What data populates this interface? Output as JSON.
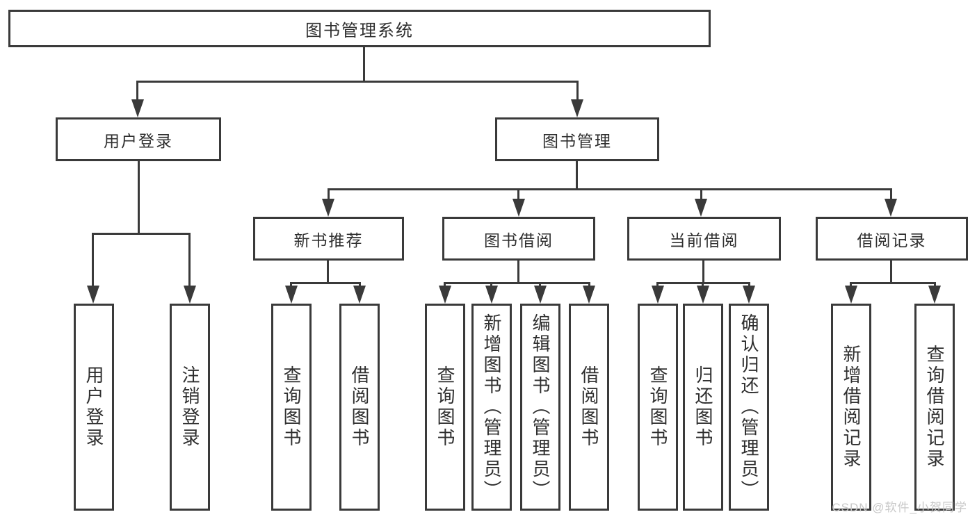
{
  "diagram": {
    "root": {
      "label": "图书管理系统"
    },
    "level2": {
      "login": {
        "label": "用户登录"
      },
      "book_mgmt": {
        "label": "图书管理"
      }
    },
    "level3": {
      "new_books": {
        "label": "新书推荐"
      },
      "book_borrow": {
        "label": "图书借阅"
      },
      "current_borrow": {
        "label": "当前借阅"
      },
      "borrow_records": {
        "label": "借阅记录"
      }
    },
    "leaves": {
      "user_login": {
        "label": "用户登录"
      },
      "logout": {
        "label": "注销登录"
      },
      "nb_query_books": {
        "label": "查询图书"
      },
      "nb_borrow_books": {
        "label": "借阅图书"
      },
      "bb_query_books": {
        "label": "查询图书"
      },
      "bb_add_books": {
        "label": "新增图书（管理员）"
      },
      "bb_edit_books": {
        "label": "编辑图书（管理员）"
      },
      "bb_borrow_books": {
        "label": "借阅图书"
      },
      "cb_query_books": {
        "label": "查询图书"
      },
      "cb_return_books": {
        "label": "归还图书"
      },
      "cb_confirm_return": {
        "label": "确认归还（管理员）"
      },
      "br_add_record": {
        "label": "新增借阅记录"
      },
      "br_query_record": {
        "label": "查询借阅记录"
      }
    },
    "watermark": "CSDN @软件_小贺同学",
    "colors": {
      "line": "#3a3a3a",
      "text": "#2f2f2f",
      "watermark": "#c8c8c8",
      "background": "#ffffff"
    }
  }
}
